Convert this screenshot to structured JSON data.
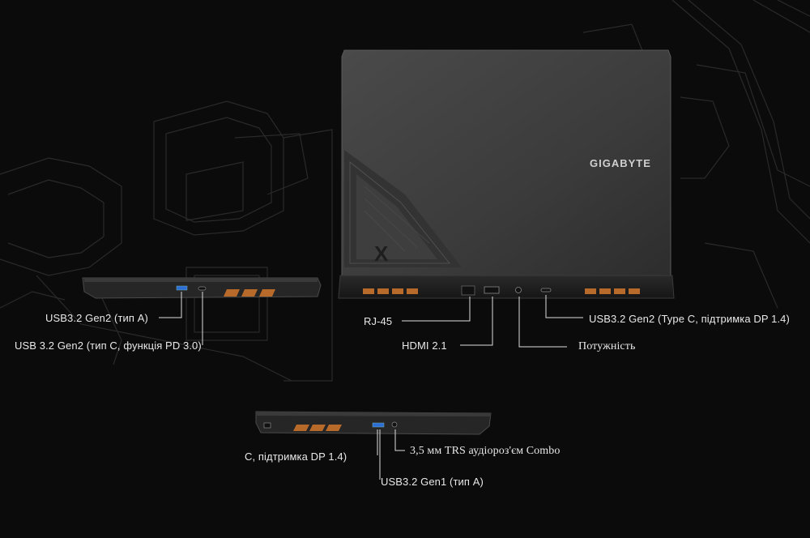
{
  "brand": {
    "logo_text": "GIGABYTE",
    "lid_mark": "X"
  },
  "ports": {
    "left_usb_a": "USB3.2 Gen2 (тип A)",
    "left_usb_c": "USB 3.2 Gen2 (тип C, функція PD 3.0)",
    "rear_rj45": "RJ-45",
    "rear_hdmi": "HDMI 2.1",
    "rear_power": "Потужність",
    "rear_usb_c": "USB3.2 Gen2 (Type C, підтримка DP 1.4)",
    "right_usb_c": "C, підтримка DP 1.4)",
    "right_audio": "3,5 мм TRS аудіороз'єм Combo",
    "right_usb_a": "USB3.2 Gen1 (тип A)"
  }
}
